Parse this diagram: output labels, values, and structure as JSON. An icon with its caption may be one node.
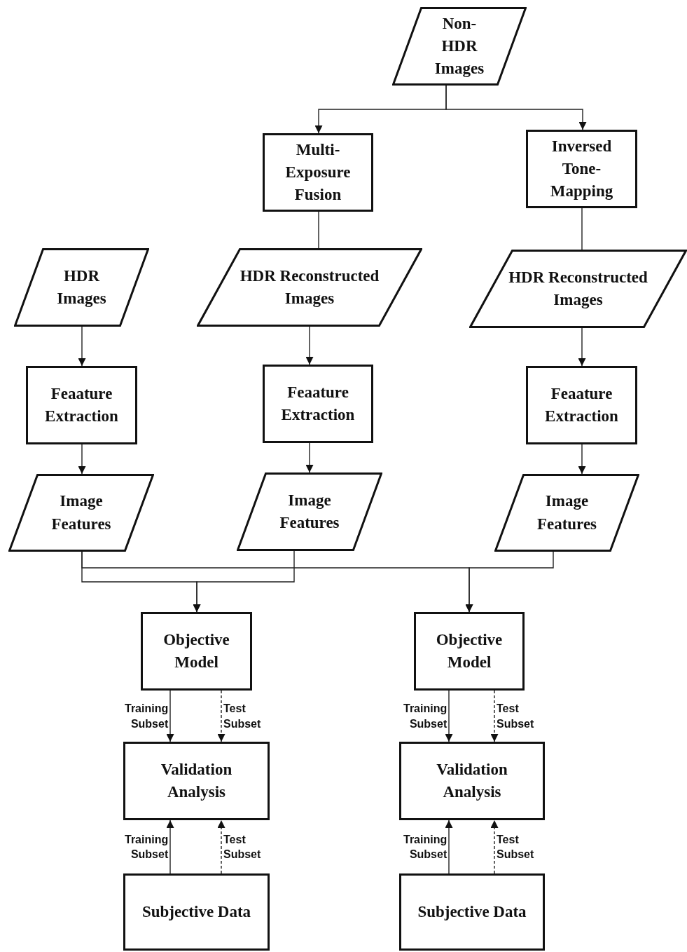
{
  "diagram": {
    "nodes": [
      {
        "text": [
          "Non-HDR Images"
        ]
      },
      {
        "text": [
          "Multi-Exposure Fusion"
        ]
      },
      {
        "text": [
          "Inversed Tone-Mapping"
        ]
      },
      {
        "text": [
          "HDR Images"
        ]
      },
      {
        "text": [
          "HDR Reconstructed Images"
        ]
      },
      {
        "text": [
          "HDR Reconstructed Images"
        ]
      },
      {
        "text": [
          "Feaature Extraction"
        ]
      },
      {
        "text": [
          "Feaature Extraction"
        ]
      },
      {
        "text": [
          "Feaature Extraction"
        ]
      },
      {
        "text": [
          "Image Features"
        ]
      },
      {
        "text": [
          "Image Features"
        ]
      },
      {
        "text": [
          "Image Features"
        ]
      },
      {
        "text": [
          "Objective Model"
        ]
      },
      {
        "text": [
          "Objective Model"
        ]
      },
      {
        "text": [
          "Validation Analysis"
        ]
      },
      {
        "text": [
          "Validation Analysis"
        ]
      },
      {
        "text": [
          "Subjective Data"
        ]
      },
      {
        "text": [
          "Subjective Data"
        ]
      }
    ],
    "edges": [
      {
        "from": 0,
        "to": 1,
        "arrow": "to"
      },
      {
        "from": 0,
        "to": 2,
        "arrow": "to"
      },
      {
        "from": 1,
        "to": 4,
        "arrow": "none"
      },
      {
        "from": 2,
        "to": 5,
        "arrow": "none"
      },
      {
        "from": 3,
        "to": 6,
        "arrow": "to"
      },
      {
        "from": 4,
        "to": 7,
        "arrow": "to"
      },
      {
        "from": 5,
        "to": 8,
        "arrow": "to"
      },
      {
        "from": 6,
        "to": 9,
        "arrow": "to"
      },
      {
        "from": 7,
        "to": 10,
        "arrow": "to"
      },
      {
        "from": 8,
        "to": 11,
        "arrow": "to"
      },
      {
        "from": 9,
        "to": 12,
        "arrow": "to"
      },
      {
        "from": 10,
        "to": 12,
        "arrow": "to"
      },
      {
        "from": 9,
        "to": 13,
        "arrow": "to"
      },
      {
        "from": 11,
        "to": 13,
        "arrow": "to"
      },
      {
        "from": 12,
        "to": 14,
        "arrow": "to",
        "label": "Training Subset"
      },
      {
        "from": 12,
        "to": 14,
        "arrow": "to",
        "label": "Test Subset",
        "style": "dashed"
      },
      {
        "from": 13,
        "to": 15,
        "arrow": "to",
        "label": "Training Subset"
      },
      {
        "from": 13,
        "to": 15,
        "arrow": "to",
        "label": "Test Subset",
        "style": "dashed"
      },
      {
        "from": 16,
        "to": 14,
        "arrow": "to",
        "label": "Training Subset"
      },
      {
        "from": 16,
        "to": 14,
        "arrow": "to",
        "label": "Test Subset",
        "style": "dashed"
      },
      {
        "from": 17,
        "to": 15,
        "arrow": "to",
        "label": "Training Subset"
      },
      {
        "from": 17,
        "to": 15,
        "arrow": "to",
        "label": "Test Subset",
        "style": "dashed"
      }
    ]
  }
}
